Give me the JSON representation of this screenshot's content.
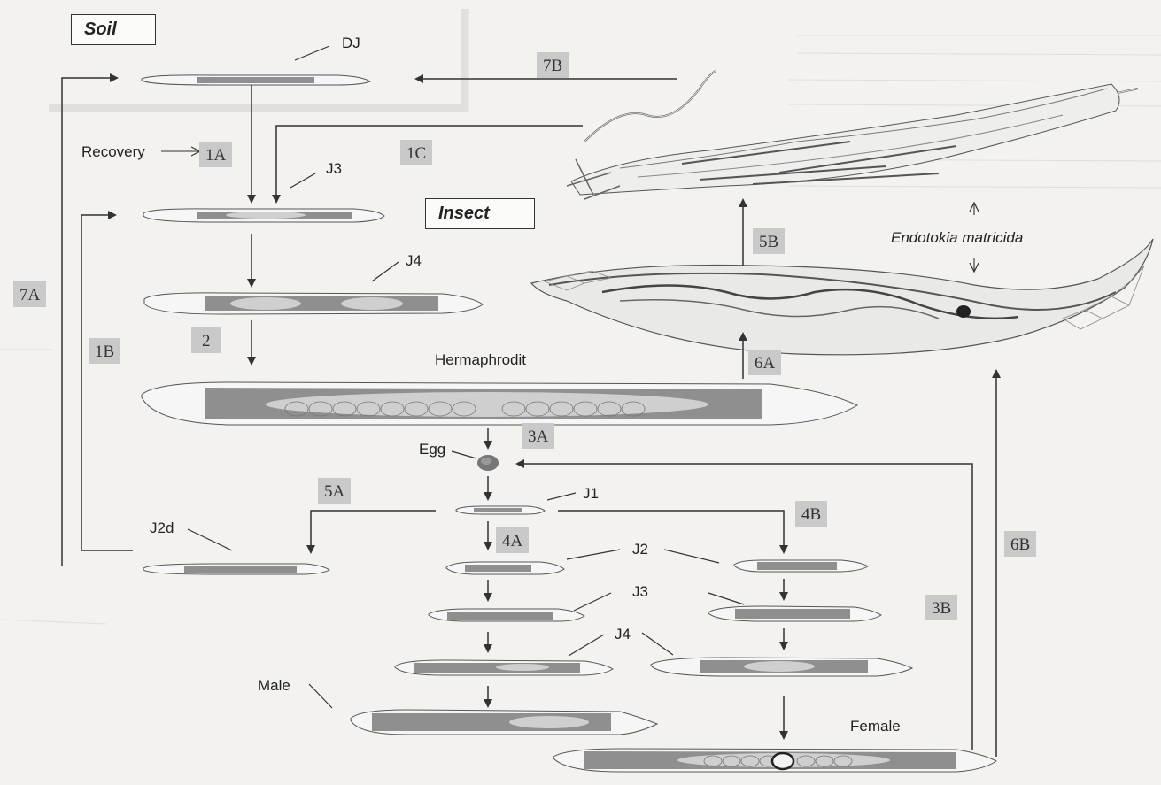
{
  "contexts": {
    "soil": "Soil",
    "insect": "Insect"
  },
  "stage_labels": {
    "dj": "DJ",
    "recovery": "Recovery",
    "j3_top": "J3",
    "j4_top": "J4",
    "hermaphrodit": "Hermaphrodit",
    "egg": "Egg",
    "j1": "J1",
    "j2d": "J2d",
    "j2": "J2",
    "j3": "J3",
    "j4": "J4",
    "male": "Male",
    "female": "Female",
    "endotokia": "Endotokia matricida"
  },
  "steps": [
    "1A",
    "1B",
    "1C",
    "2",
    "3A",
    "3B",
    "4A",
    "4B",
    "5A",
    "5B",
    "6A",
    "6B",
    "7A",
    "7B"
  ],
  "colors": {
    "background": "#f3f2ee",
    "line": "#333333",
    "step_box": "#c9c9c9",
    "worm_outline": "#555555",
    "worm_gut": "#8f8f8f",
    "worm_gonad": "#cfcfcf"
  }
}
